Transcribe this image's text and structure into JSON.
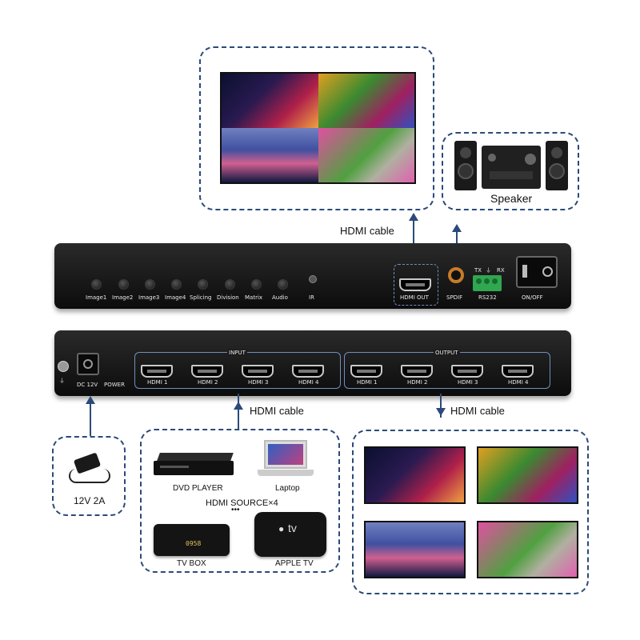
{
  "cables": {
    "top": "HDMI cable",
    "input": "HDMI cable",
    "output": "HDMI cable"
  },
  "speaker": {
    "label": "Speaker"
  },
  "front_panel": {
    "buttons": [
      "Image1",
      "Image2",
      "Image3",
      "Image4",
      "Splicing",
      "Division",
      "Matrix",
      "Audio"
    ],
    "ir": "IR",
    "hdmi_out": "HDMI OUT",
    "spdif": "SPDIF",
    "rs232": "RS232",
    "tx": "TX",
    "rx": "RX",
    "onoff": "ON/OFF"
  },
  "rear_panel": {
    "input_title": "INPUT",
    "output_title": "OUTPUT",
    "inputs": [
      "HDMI 1",
      "HDMI 2",
      "HDMI 3",
      "HDMI 4"
    ],
    "outputs": [
      "HDMI 1",
      "HDMI 2",
      "HDMI 3",
      "HDMI 4"
    ],
    "dc": "DC 12V",
    "power": "POWER"
  },
  "power_adapter": {
    "label": "12V 2A"
  },
  "sources": {
    "dvd": "DVD PLAYER",
    "laptop": "Laptop",
    "title": "HDMI SOURCE×4",
    "dots": "•••",
    "tvbox": "TV BOX",
    "appletv": "APPLE TV",
    "tvbox_display": "0958",
    "appletv_logo": "tv"
  },
  "colors": {
    "dashed_border": "#2b4a7a",
    "device_body": "#141414",
    "spdif_ring": "#c77b2a",
    "terminal_green": "#2fa84f"
  }
}
